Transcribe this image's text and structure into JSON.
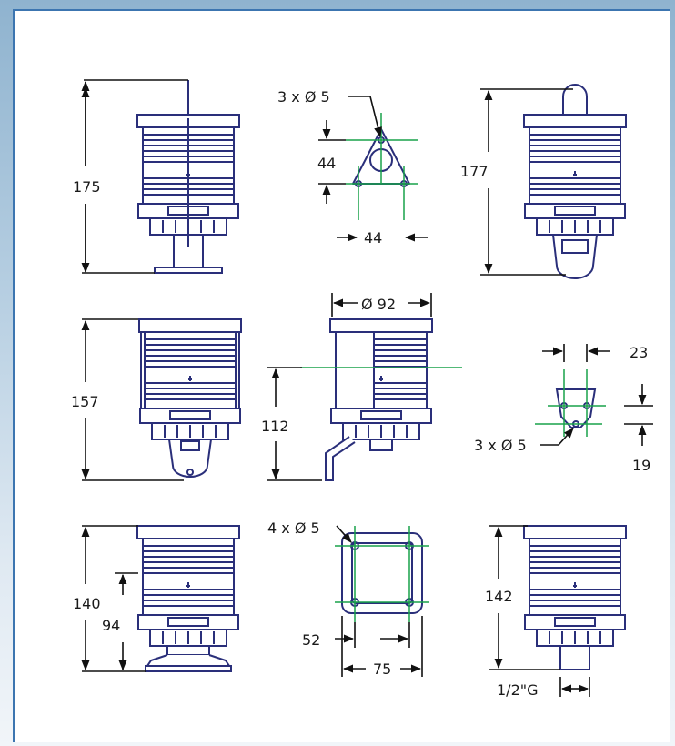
{
  "colors": {
    "frame": "#3c75b0",
    "outline": "#2a2f7a",
    "centerline": "#19a24a",
    "dimension": "#111111"
  },
  "dims": {
    "d175": "175",
    "holes_tri": "3 x Ø 5",
    "h44": "44",
    "w44": "44",
    "d177": "177",
    "d157": "157",
    "dia92": "Ø 92",
    "d112": "112",
    "d23": "23",
    "holes_small": "3 x Ø 5",
    "d19": "19",
    "d140": "140",
    "d94": "94",
    "holes_sq": "4 x Ø 5",
    "d52": "52",
    "d75": "75",
    "d142": "142",
    "thread": "1/2\"G"
  }
}
